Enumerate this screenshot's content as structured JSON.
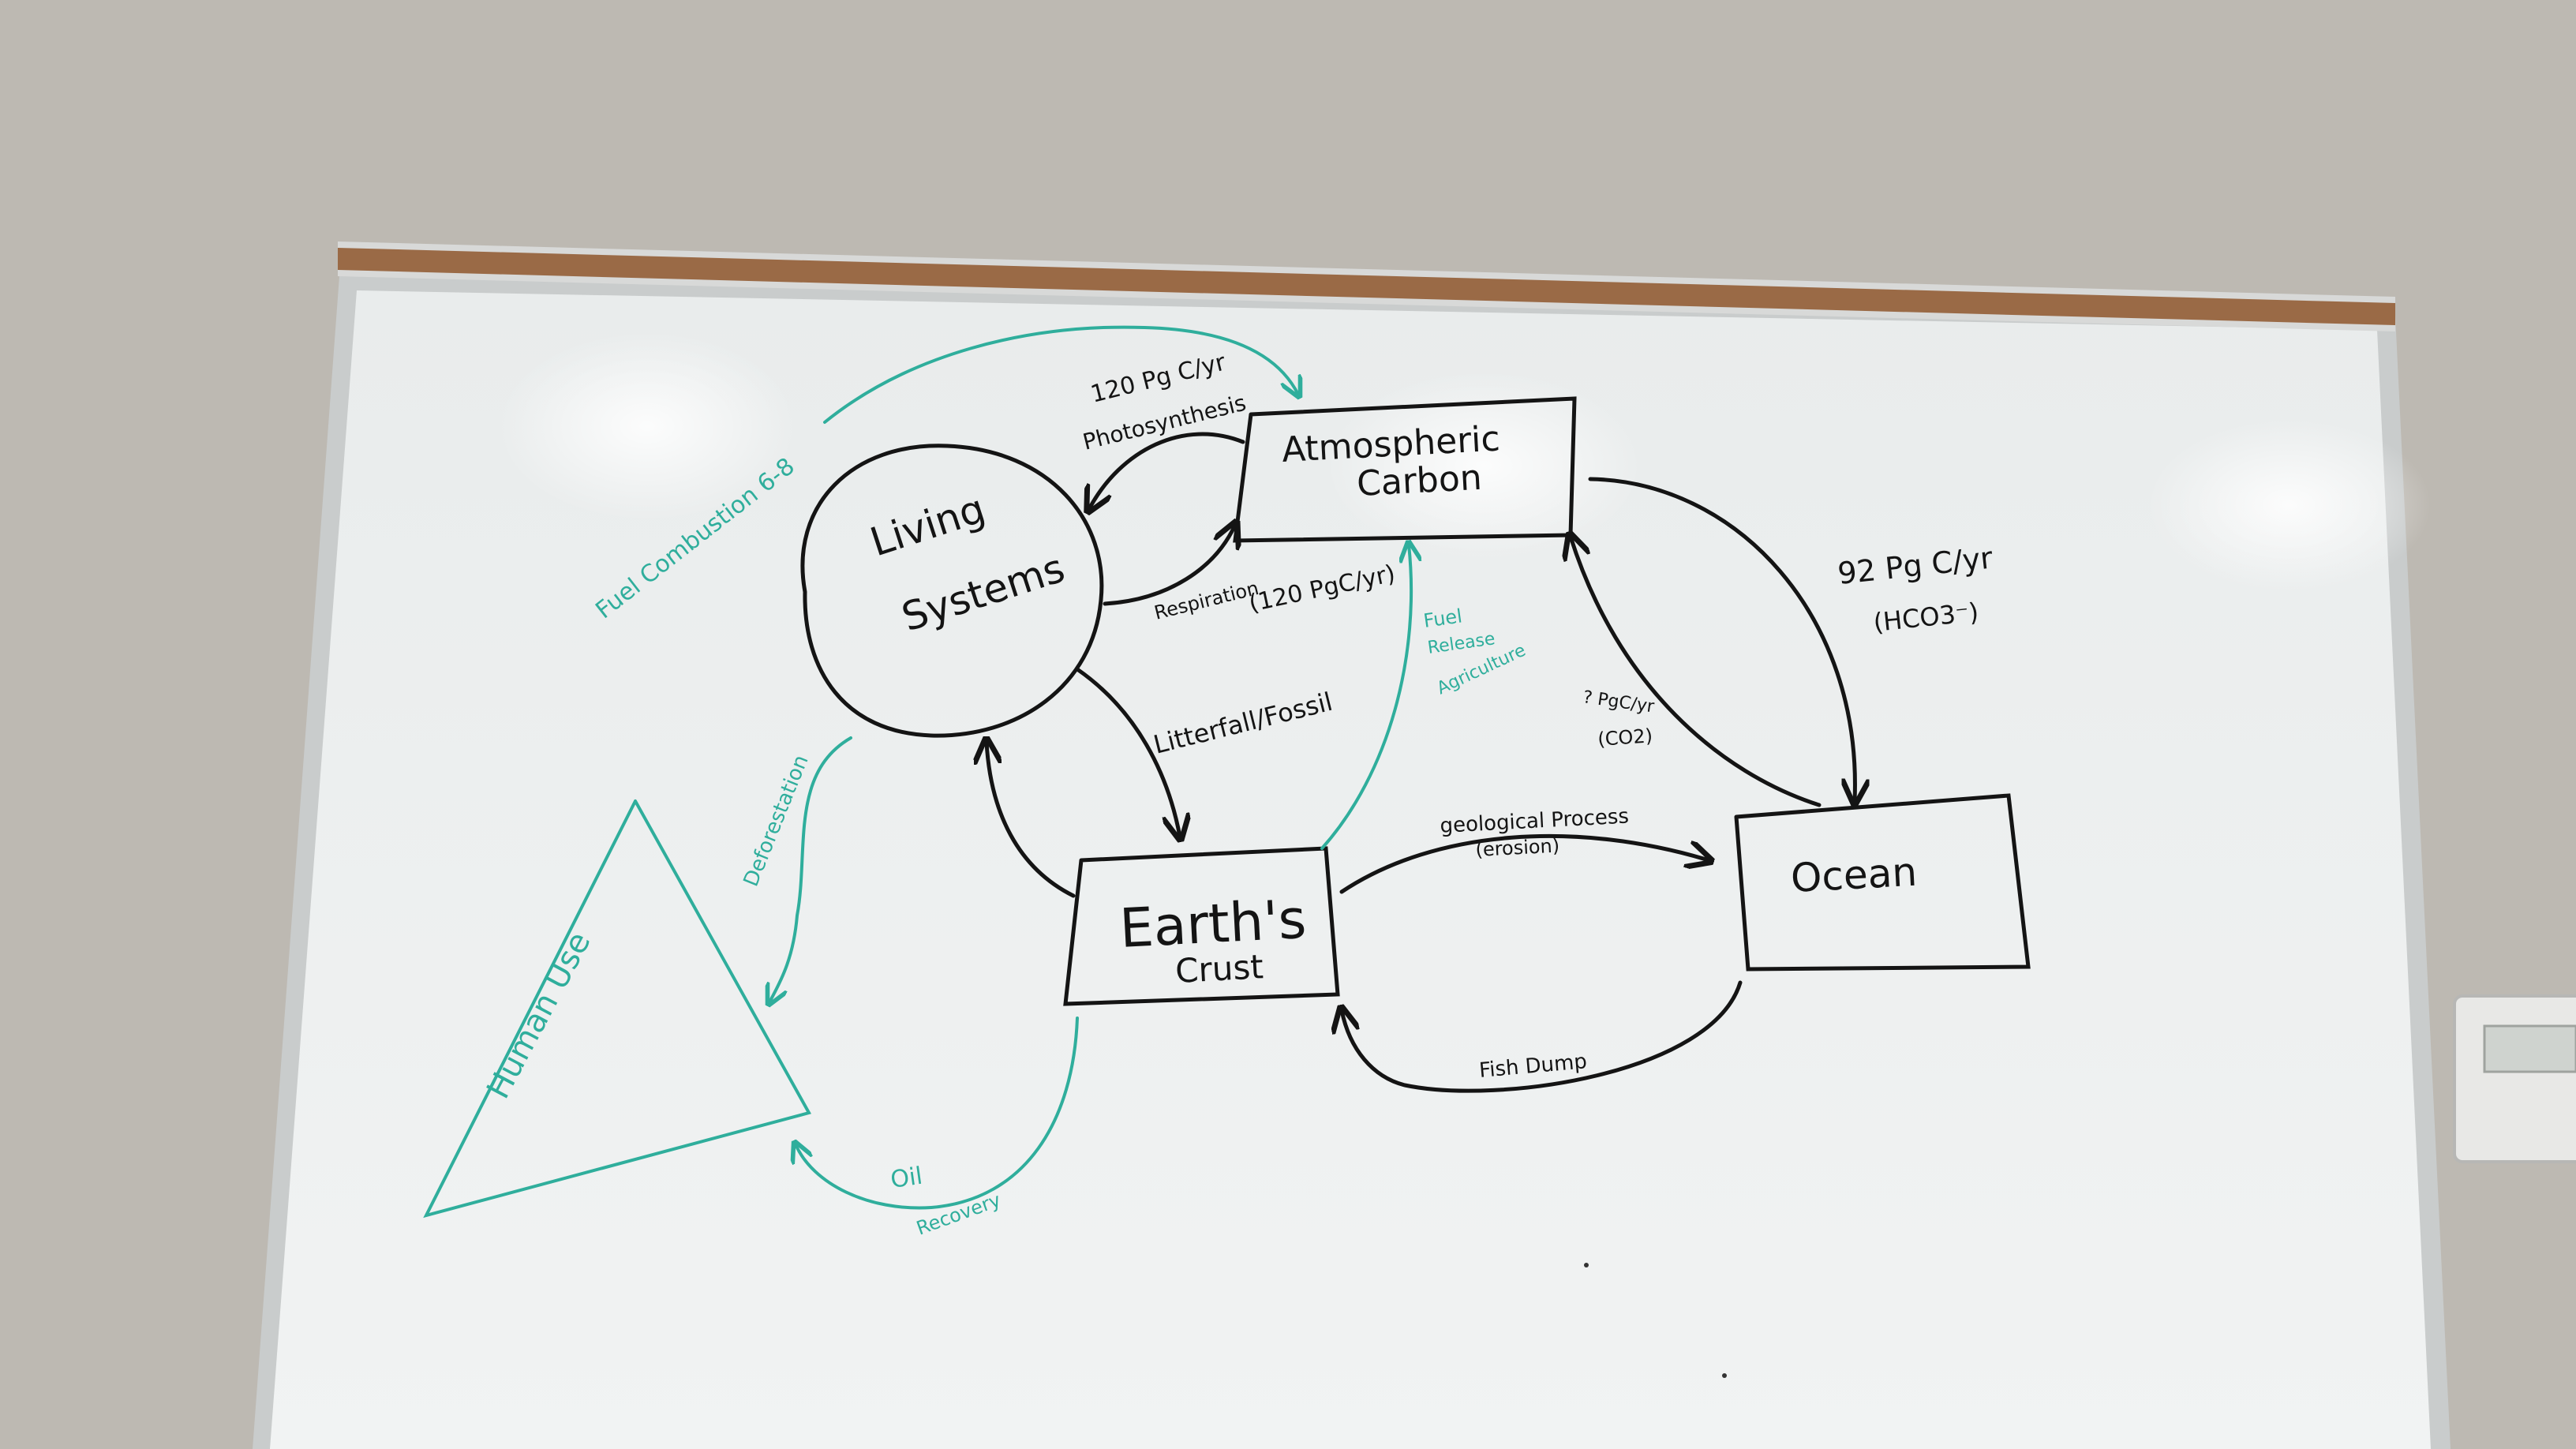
{
  "colors": {
    "wall": "#bdb9b2",
    "board": "#eceff0",
    "board_frame": "#c9cccc",
    "cork_strip": "#9a6a46",
    "ink_black": "#141414",
    "ink_teal": "#2fae9c"
  },
  "nodes": {
    "living_systems": {
      "line1": "Living",
      "line2": "Systems"
    },
    "atmospheric_carbon": {
      "line1": "Atmospheric",
      "line2": "Carbon"
    },
    "earths_crust": {
      "line1": "Earth's",
      "line2": "Crust"
    },
    "ocean": {
      "label": "Ocean"
    },
    "human_use": {
      "label": "Human Use"
    }
  },
  "flows": {
    "photosynthesis_rate": "120 Pg C/yr",
    "photosynthesis": "Photosynthesis",
    "respiration": "Respiration",
    "respiration_rate": "(120 PgC/yr)",
    "litterfall": "Litterfall/Fossil",
    "geological_1": "geological Process",
    "geological_2": "(erosion)",
    "fish_dump": "Fish Dump",
    "ocean_uptake_rate": "92 Pg C/yr",
    "ocean_uptake_form": "(HCO3⁻)",
    "ocean_release_rate": "? PgC/yr",
    "ocean_release_form": "(CO2)",
    "fuel_combustion": "Fuel Combustion 6-8",
    "fuel_release_1": "Fuel",
    "fuel_release_2": "Release",
    "fuel_release_3": "Agriculture",
    "deforestation": "Deforestation",
    "oil_1": "Oil",
    "oil_2": "Recovery"
  }
}
